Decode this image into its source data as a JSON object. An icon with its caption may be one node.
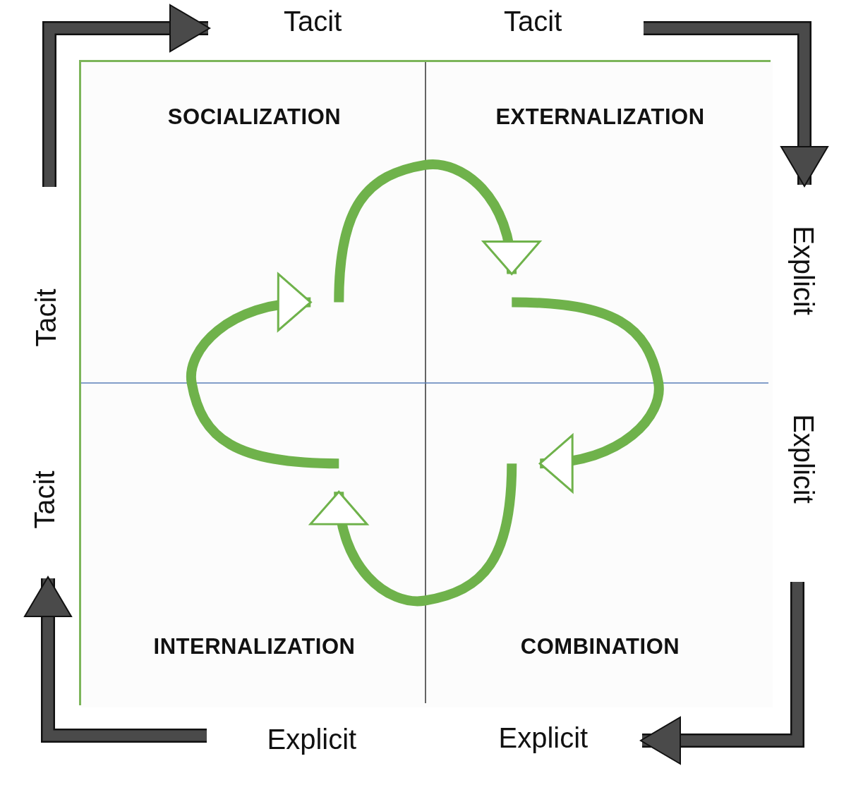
{
  "diagram": {
    "nodes": [
      {
        "text": [],
        "shape": "box"
      },
      {
        "text": [
          "SOCIALIZATION"
        ],
        "in": 0
      },
      {
        "text": [
          "EXTERNALIZATION"
        ],
        "in": 0
      },
      {
        "text": [
          "INTERNALIZATION"
        ],
        "in": 0
      },
      {
        "text": [
          "COMBINATION"
        ],
        "in": 0
      }
    ],
    "edges": [
      {
        "from": 1,
        "to": 2,
        "arrow": "to"
      },
      {
        "from": 2,
        "to": 4,
        "arrow": "to"
      },
      {
        "from": 4,
        "to": 3,
        "arrow": "to"
      },
      {
        "from": 3,
        "to": 1,
        "arrow": "to"
      }
    ],
    "labels": [
      "Tacit",
      "Tacit",
      "Explicit",
      "Tacit",
      "Explicit",
      "Tacit",
      "Explicit",
      "Explicit"
    ]
  }
}
